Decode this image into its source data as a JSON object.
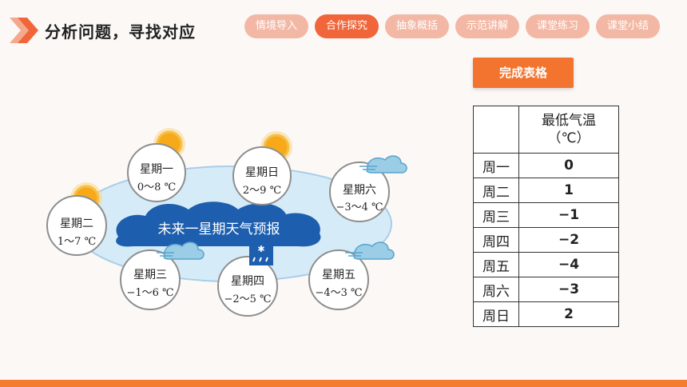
{
  "header": {
    "title": "分析问题，寻找对应"
  },
  "tabs": [
    {
      "label": "情境导入",
      "active": false
    },
    {
      "label": "合作探究",
      "active": true
    },
    {
      "label": "抽象概括",
      "active": false
    },
    {
      "label": "示范讲解",
      "active": false
    },
    {
      "label": "课堂练习",
      "active": false
    },
    {
      "label": "课堂小结",
      "active": false
    }
  ],
  "section_button": {
    "label": "完成表格"
  },
  "table": {
    "header_line1": "最低气温",
    "header_line2": "（℃）",
    "rows": [
      {
        "day": "周一",
        "value": "0"
      },
      {
        "day": "周二",
        "value": "1"
      },
      {
        "day": "周三",
        "value": "−1"
      },
      {
        "day": "周四",
        "value": "−2"
      },
      {
        "day": "周五",
        "value": "−4"
      },
      {
        "day": "周六",
        "value": "−3"
      },
      {
        "day": "周日",
        "value": "2"
      }
    ]
  },
  "forecast": {
    "banner": "未来一星期天气预报",
    "cards": [
      {
        "day": "星期一",
        "range": "0～8 ℃",
        "icon": "sun-icon"
      },
      {
        "day": "星期日",
        "range": "2～9 ℃",
        "icon": "sun-icon"
      },
      {
        "day": "星期六",
        "range": "−3～4 ℃",
        "icon": "cloud-icon"
      },
      {
        "day": "星期二",
        "range": "1～7 ℃",
        "icon": "sun-icon"
      },
      {
        "day": "星期三",
        "range": "−1～6 ℃",
        "icon": "cloud-icon"
      },
      {
        "day": "星期四",
        "range": "−2～5 ℃",
        "icon": "sleet-icon"
      },
      {
        "day": "星期五",
        "range": "−4～3 ℃",
        "icon": "cloud-icon"
      }
    ]
  },
  "colors": {
    "accent": "#f36b21",
    "tab_active": "#f0663a",
    "tab_inactive": "#f3b8a5",
    "banner": "#1d5fae",
    "oval": "#d6ebf8"
  }
}
